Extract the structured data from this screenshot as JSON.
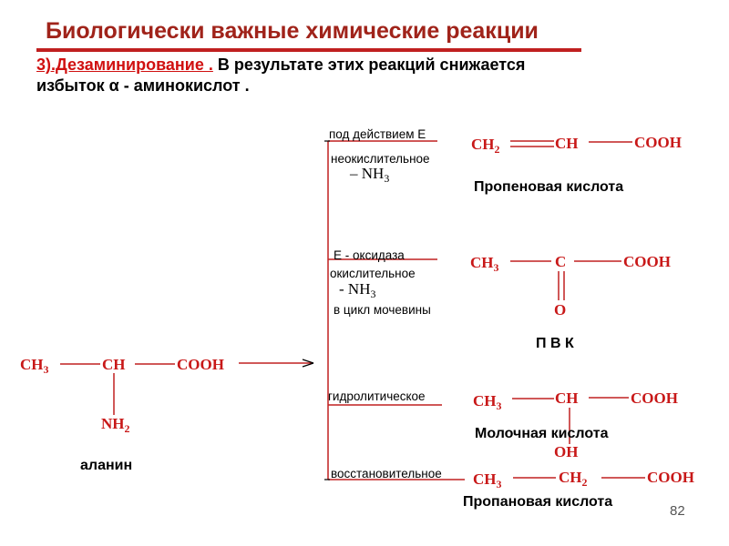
{
  "slide": {
    "title": "Биологически важные химические реакции",
    "subtitle_prefix": "3).Дезаминирование .",
    "subtitle_rest": " В результате этих реакций  снижается",
    "subtitle_line2": "избыток α - аминокислот .",
    "page_number": "82"
  },
  "alanine": {
    "ch3": "CH",
    "ch3_sub": "3",
    "ch": "CH",
    "cooh": "COOH",
    "nh2": "NH",
    "nh2_sub": "2",
    "name": "аланин"
  },
  "branches": [
    {
      "label1": "под действием Е",
      "label2": "неокислительное",
      "nh3_prefix": "– NH",
      "nh3_sub": "3",
      "product": {
        "part1": "CH",
        "part1_sub": "2",
        "part2": "CH",
        "part3": "COOH",
        "name": "Пропеновая кислота"
      }
    },
    {
      "label1": "Е - оксидаза",
      "label2": "окислительное",
      "nh3_prefix": "- NH",
      "nh3_sub": "3",
      "label3": "в цикл мочевины",
      "product": {
        "part1": "CH",
        "part1_sub": "3",
        "part2": "C",
        "part3": "COOH",
        "oxygen": "O",
        "name": "П В К"
      }
    },
    {
      "label1": "гидролитическое",
      "product": {
        "part1": "CH",
        "part1_sub": "3",
        "part2": "CH",
        "part3": "COOH",
        "oh": "OH",
        "name": "Молочная кислота"
      }
    },
    {
      "label1": "восстановительное",
      "product": {
        "part1": "CH",
        "part1_sub": "3",
        "part2": "CH",
        "part2_sub": "2",
        "part3": "COOH",
        "name": "Пропановая кислота"
      }
    }
  ],
  "colors": {
    "title": "#a0231a",
    "accent_red": "#c81818",
    "lines": "#c02020"
  }
}
